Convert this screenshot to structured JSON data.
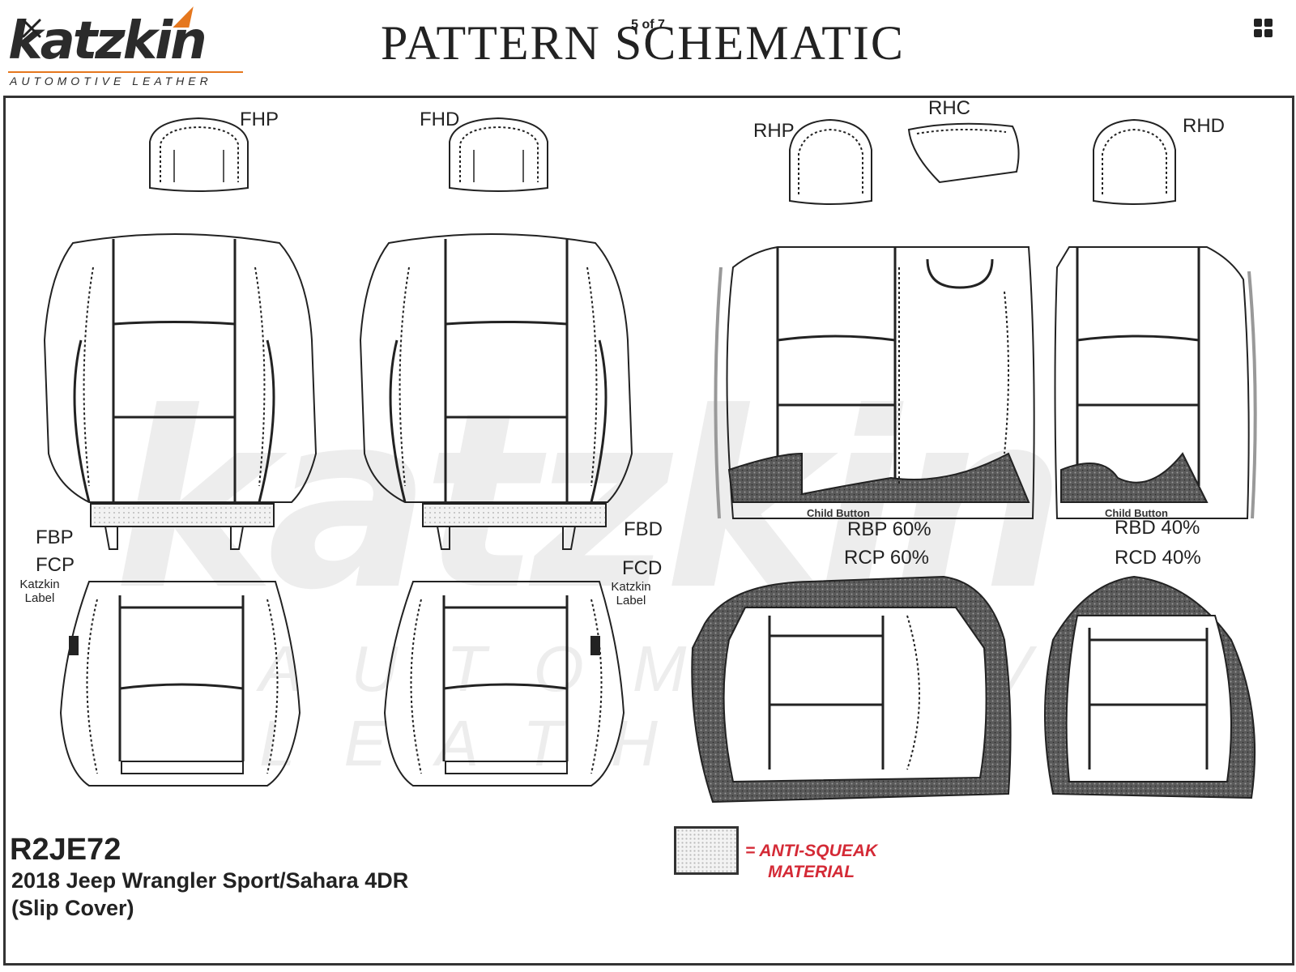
{
  "viewer": {
    "page_counter": "5 of 7",
    "close_icon": "close-icon",
    "grid_icon": "grid-view-icon"
  },
  "header": {
    "logo_text": "katzkin",
    "logo_subtitle": "AUTOMOTIVE LEATHER",
    "title": "PATTERN SCHEMATIC",
    "accent_color": "#e5771e"
  },
  "watermark": {
    "text": "katzkin",
    "sub": "AUTOMOTIVE LEATHER"
  },
  "labels": {
    "fhp": "FHP",
    "fhd": "FHD",
    "rhp": "RHP",
    "rhc": "RHC",
    "rhd": "RHD",
    "fbp": "FBP",
    "fcp": "FCP",
    "fbd": "FBD",
    "fcd": "FCD",
    "katzkin_label_left": "Katzkin Label",
    "katzkin_label_right": "Katzkin Label",
    "child_button_left": "Child Button",
    "child_button_right": "Child Button",
    "rbp": "RBP 60%",
    "rcp": "RCP 60%",
    "rbd": "RBD 40%",
    "rcd": "RCD 40%"
  },
  "product": {
    "code": "R2JE72",
    "line1": "2018 Jeep Wrangler Sport/Sahara 4DR",
    "line2": "(Slip Cover)"
  },
  "legend": {
    "line1": "= ANTI-SQUEAK",
    "line2": "MATERIAL",
    "text_color": "#d42a36"
  }
}
